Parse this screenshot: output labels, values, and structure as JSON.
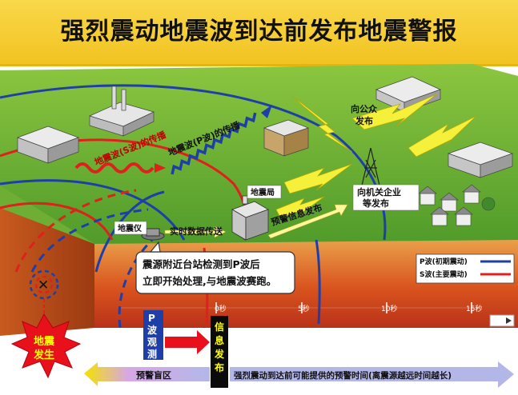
{
  "title": "强烈震动地震波到达前发布地震警报",
  "labels": {
    "s_wave_propagation": "地震波(S波)的传播",
    "p_wave_propagation": "地震波(P波)的传播",
    "seismometer": "地震仪",
    "realtime_transmission": "实时数据传送",
    "seismic_bureau": "地震局",
    "warning_release": "预警信息发布",
    "to_public": [
      "向公众",
      "发布"
    ],
    "to_agencies": [
      "向机关企业",
      "等发布"
    ],
    "callout": [
      "震源附近台站检测到P波后",
      "立即开始处理,与地震波赛跑。"
    ],
    "earthquake": [
      "地震",
      "发生"
    ],
    "p_wave_obs": [
      "P",
      "波",
      "观",
      "测"
    ],
    "info_release": [
      "信",
      "息",
      "发",
      "布"
    ],
    "blind_zone": "预警盲区",
    "warning_time": "强烈震动到达前可能提供的预警时间(离震源越远时间越长)"
  },
  "legend": {
    "p_wave": "P波(初期震动)",
    "s_wave": "S波(主要震动)"
  },
  "timeline_ticks": [
    "0秒",
    "5秒",
    "10秒",
    "15秒"
  ],
  "colors": {
    "title_bg": "#f2c321",
    "p_wave": "#1f3fa8",
    "s_wave": "#e0201c",
    "signal": "#f5f03a",
    "timeline_bg": "#d9531e"
  }
}
